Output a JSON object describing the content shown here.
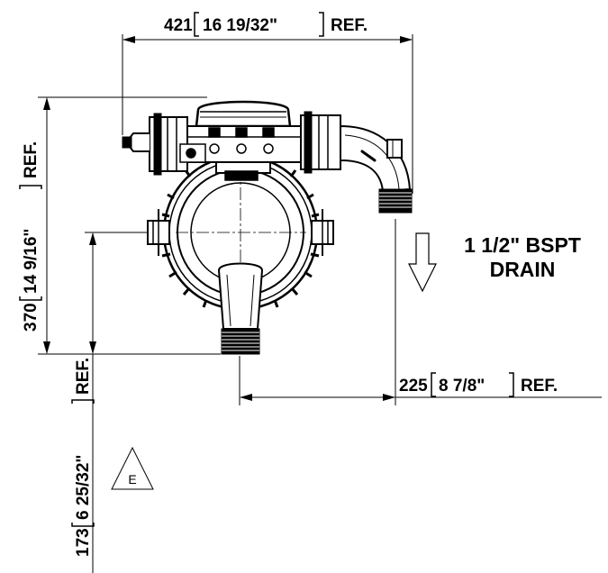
{
  "dimensions": {
    "top_width": {
      "value": "421",
      "inch": "16 19/32\"",
      "suffix": "REF."
    },
    "left_height": {
      "value": "370",
      "inch": "14 9/16\"",
      "suffix": "REF."
    },
    "lower_height": {
      "value": "173",
      "inch": "6 25/32\"",
      "suffix": "REF."
    },
    "bottom_width": {
      "value": "225",
      "inch": "8 7/8\"",
      "suffix": "REF."
    }
  },
  "drain_note": {
    "line1": "1 1/2\" BSPT",
    "line2": "DRAIN"
  },
  "revision_tag": "E",
  "colors": {
    "ink": "#000000",
    "paper": "#ffffff"
  }
}
